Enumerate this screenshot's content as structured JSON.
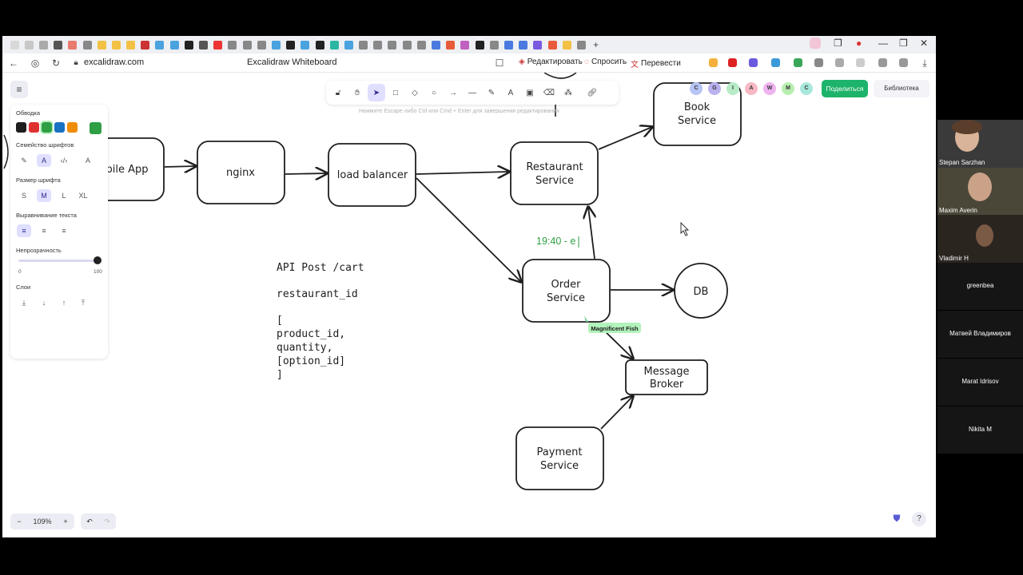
{
  "browser": {
    "url": "excalidraw.com",
    "page_title": "Excalidraw Whiteboard",
    "extensions": {
      "edit": "Редактировать",
      "ask": "Спросить",
      "translate": "Перевести"
    }
  },
  "toolbar": {
    "hint": "Нажмите Escape либо Ctrl или Cmd + Enter для завершения редактирования",
    "active_tool": "selection",
    "active_tool_badge": "1"
  },
  "panel": {
    "stroke_label": "Обводка",
    "font_family_label": "Семейство шрифтов",
    "font_size_label": "Размер шрифта",
    "font_sizes": [
      "S",
      "M",
      "L",
      "XL"
    ],
    "selected_font_size": "M",
    "text_align_label": "Выравнивание текста",
    "opacity_label": "Непрозрачность",
    "opacity_min": "0",
    "opacity_max": "100",
    "opacity_value": 100,
    "layers_label": "Слои",
    "stroke_colors": [
      "#1e1e1e",
      "#e03131",
      "#2f9e44",
      "#1971c2",
      "#f08c00"
    ],
    "selected_stroke_color": "#2f9e44",
    "current_color": "#2f9e44"
  },
  "collab": {
    "avatars": [
      {
        "initial": "C",
        "color": "#b7c4f5"
      },
      {
        "initial": "G",
        "color": "#b9b2ef"
      },
      {
        "initial": "I",
        "color": "#b6ebc6"
      },
      {
        "initial": "A",
        "color": "#f7b8c4"
      },
      {
        "initial": "W",
        "color": "#efb3f0"
      },
      {
        "initial": "M",
        "color": "#b8efb0"
      },
      {
        "initial": "C",
        "color": "#a8e8dc"
      }
    ],
    "share_label": "Поделиться",
    "library_label": "Библиотека"
  },
  "zoom": {
    "value": "109%"
  },
  "diagram": {
    "nodes": {
      "mobile_app": "bile App",
      "nginx": "nginx",
      "load_balancer": "load balancer",
      "restaurant_line1": "Restaurant",
      "restaurant_line2": "Service",
      "book_line1": "Book",
      "book_line2": "Service",
      "order_line1": "Order",
      "order_line2": "Service",
      "db": "DB",
      "broker_line1": "Message",
      "broker_line2": "Broker",
      "payment_line1": "Payment",
      "payment_line2": "Service"
    },
    "editing_text": "19:40 - e",
    "cursor_label": "Magnificent Fish",
    "api_notes": [
      "API Post /cart",
      "",
      "restaurant_id",
      "",
      "[",
      "product_id,",
      "quantity,",
      "[option_id]",
      "]"
    ]
  },
  "participants": [
    {
      "name": "Stepan Sarzhan",
      "video": true
    },
    {
      "name": "Maxim Averin",
      "video": true
    },
    {
      "name": "Vladimir H",
      "video": true
    },
    {
      "name": "greenbea",
      "video": false
    },
    {
      "name": "Матвей Владимиров",
      "video": false
    },
    {
      "name": "Marat Idrisov",
      "video": false
    },
    {
      "name": "Nikita M",
      "video": false
    }
  ]
}
